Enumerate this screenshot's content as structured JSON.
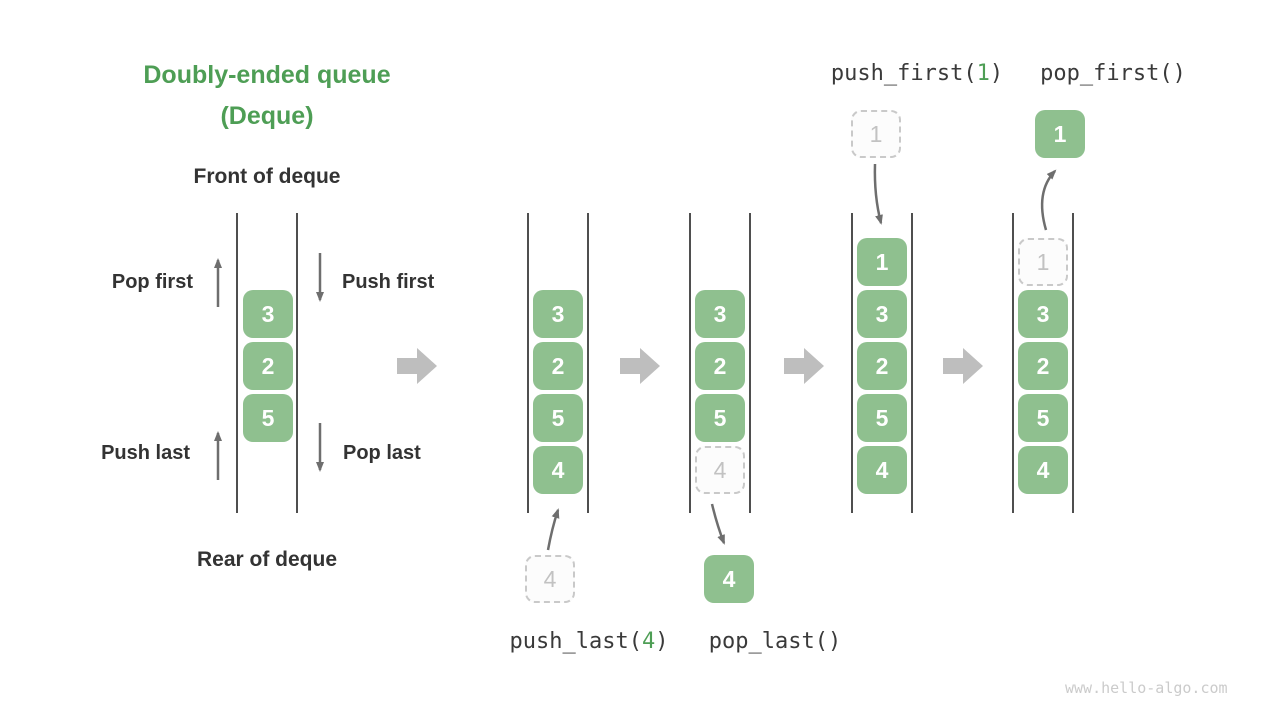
{
  "title": {
    "line1": "Doubly-ended queue",
    "line2": "(Deque)"
  },
  "deque_labels": {
    "front": "Front of deque",
    "rear": "Rear of deque",
    "pop_first": "Pop first",
    "push_first": "Push first",
    "push_last": "Push last",
    "pop_last": "Pop last"
  },
  "operations": {
    "push_last": {
      "prefix": "push_last(",
      "arg": "4",
      "suffix": ")"
    },
    "pop_last": {
      "prefix": "pop_last()",
      "arg": "",
      "suffix": ""
    },
    "push_first": {
      "prefix": "push_first(",
      "arg": "1",
      "suffix": ")"
    },
    "pop_first": {
      "prefix": "pop_first()",
      "arg": "",
      "suffix": ""
    }
  },
  "queues": {
    "initial": {
      "cells": [
        "3",
        "2",
        "5"
      ]
    },
    "after_push_last": {
      "cells": [
        "3",
        "2",
        "5",
        "4"
      ],
      "incoming": "4"
    },
    "after_pop_last": {
      "cells": [
        "3",
        "2",
        "5"
      ],
      "ghost": "4",
      "outgoing": "4"
    },
    "after_push_first": {
      "cells": [
        "1",
        "3",
        "2",
        "5",
        "4"
      ],
      "incoming": "1"
    },
    "after_pop_first": {
      "cells": [
        "3",
        "2",
        "5",
        "4"
      ],
      "ghost": "1",
      "outgoing": "1"
    }
  },
  "watermark": "www.hello-algo.com",
  "colors": {
    "accent_green": "#4e9e55",
    "block_green": "#8fc08f",
    "flow_arrow_gray": "#bebebe",
    "small_arrow_gray": "#6e6e6e",
    "queue_line": "#4f4f4f"
  }
}
